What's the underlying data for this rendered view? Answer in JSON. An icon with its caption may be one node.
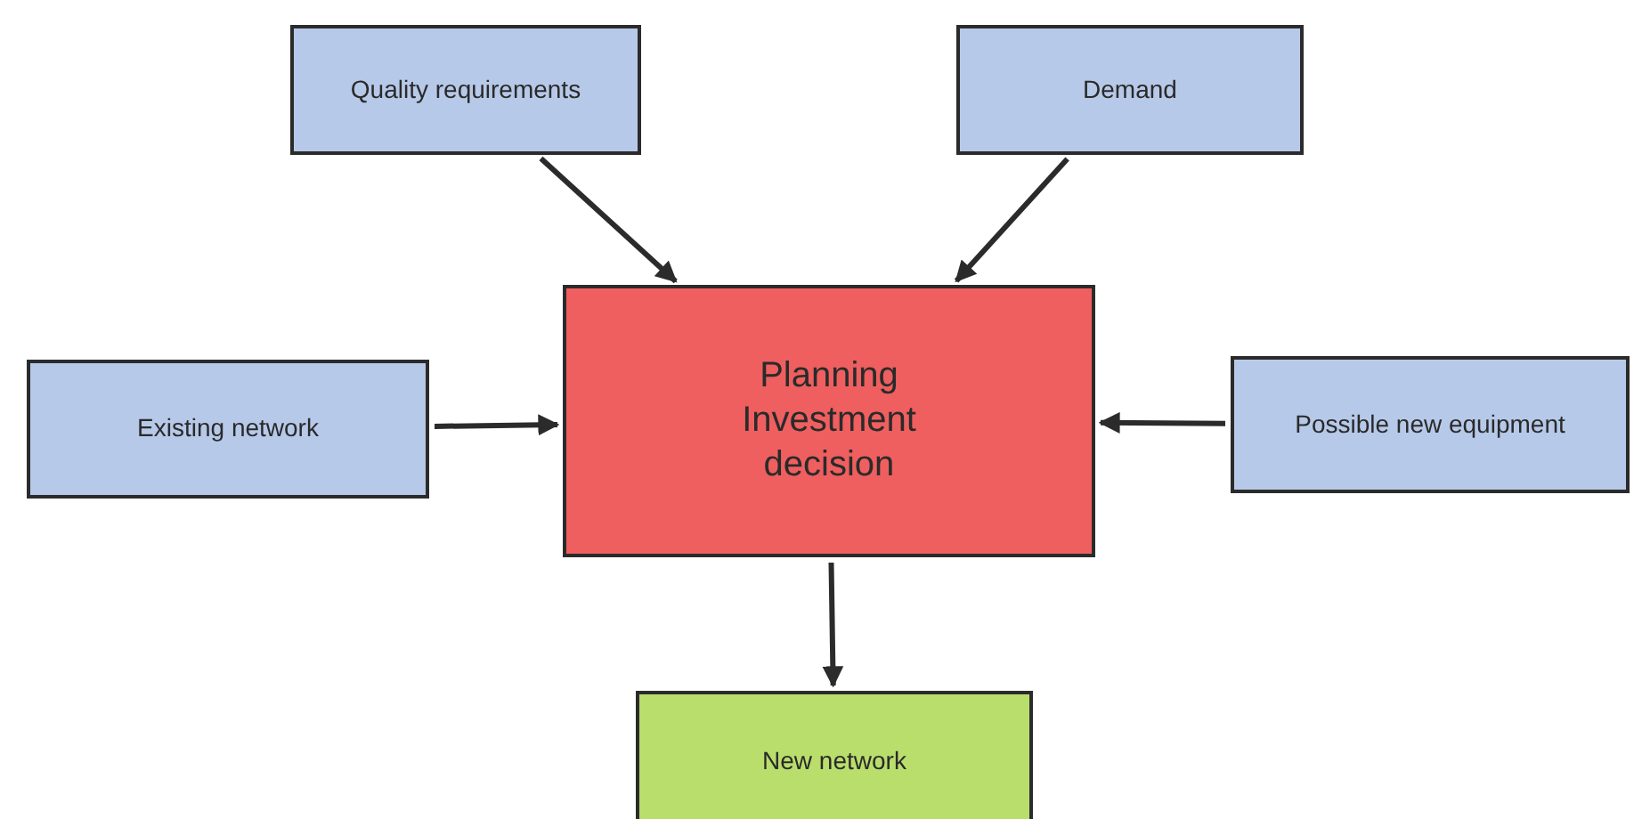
{
  "diagram": {
    "nodes": [
      {
        "text": [
          "Quality requirements"
        ]
      },
      {
        "text": [
          "Demand"
        ]
      },
      {
        "text": [
          "Existing network"
        ]
      },
      {
        "text": [
          "Planning Investment decision"
        ]
      },
      {
        "text": [
          "Possible new equipment"
        ]
      },
      {
        "text": [
          "New network"
        ]
      }
    ],
    "edges": [
      {
        "from": 0,
        "to": 3,
        "arrow": "to"
      },
      {
        "from": 1,
        "to": 3,
        "arrow": "to"
      },
      {
        "from": 2,
        "to": 3,
        "arrow": "to"
      },
      {
        "from": 4,
        "to": 3,
        "arrow": "to"
      },
      {
        "from": 3,
        "to": 5,
        "arrow": "to"
      }
    ]
  }
}
